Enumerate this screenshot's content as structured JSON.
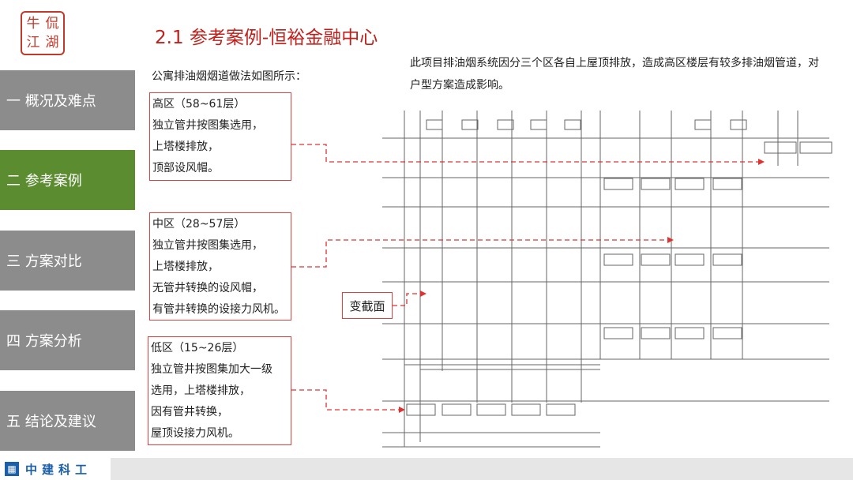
{
  "logo": {
    "chars": [
      "牛",
      "侃",
      "江",
      "湖"
    ]
  },
  "title": "2.1   参考案例-恒裕金融中心",
  "nav": [
    {
      "label": "一 概况及难点",
      "active": false
    },
    {
      "label": "二 参考案例",
      "active": true
    },
    {
      "label": "三 方案对比",
      "active": false
    },
    {
      "label": "四 方案分析",
      "active": false
    },
    {
      "label": "五 结论及建议",
      "active": false
    }
  ],
  "intro": "公寓排油烟烟道做法如图所示：",
  "description": "此项目排油烟系统因分三个区各自上屋顶排放，造成高区楼层有较多排油烟管道，对户型方案造成影响。",
  "zones": {
    "high": [
      "高区（58~61层）",
      "独立管井按图集选用，",
      "上塔楼排放，",
      "顶部设风帽。"
    ],
    "mid": [
      "中区（28~57层）",
      "独立管井按图集选用，",
      "上塔楼排放，",
      "无管井转换的设风帽，",
      "有管井转换的设接力风机。"
    ],
    "low": [
      "低区（15~26层）",
      "独立管井按图集加大一级",
      "选用，上塔楼排放，",
      "因有管井转换，",
      "屋顶设接力风机。"
    ]
  },
  "callout": "变截面",
  "footer": {
    "company": "中建科工",
    "icon": "building-logo-icon"
  }
}
